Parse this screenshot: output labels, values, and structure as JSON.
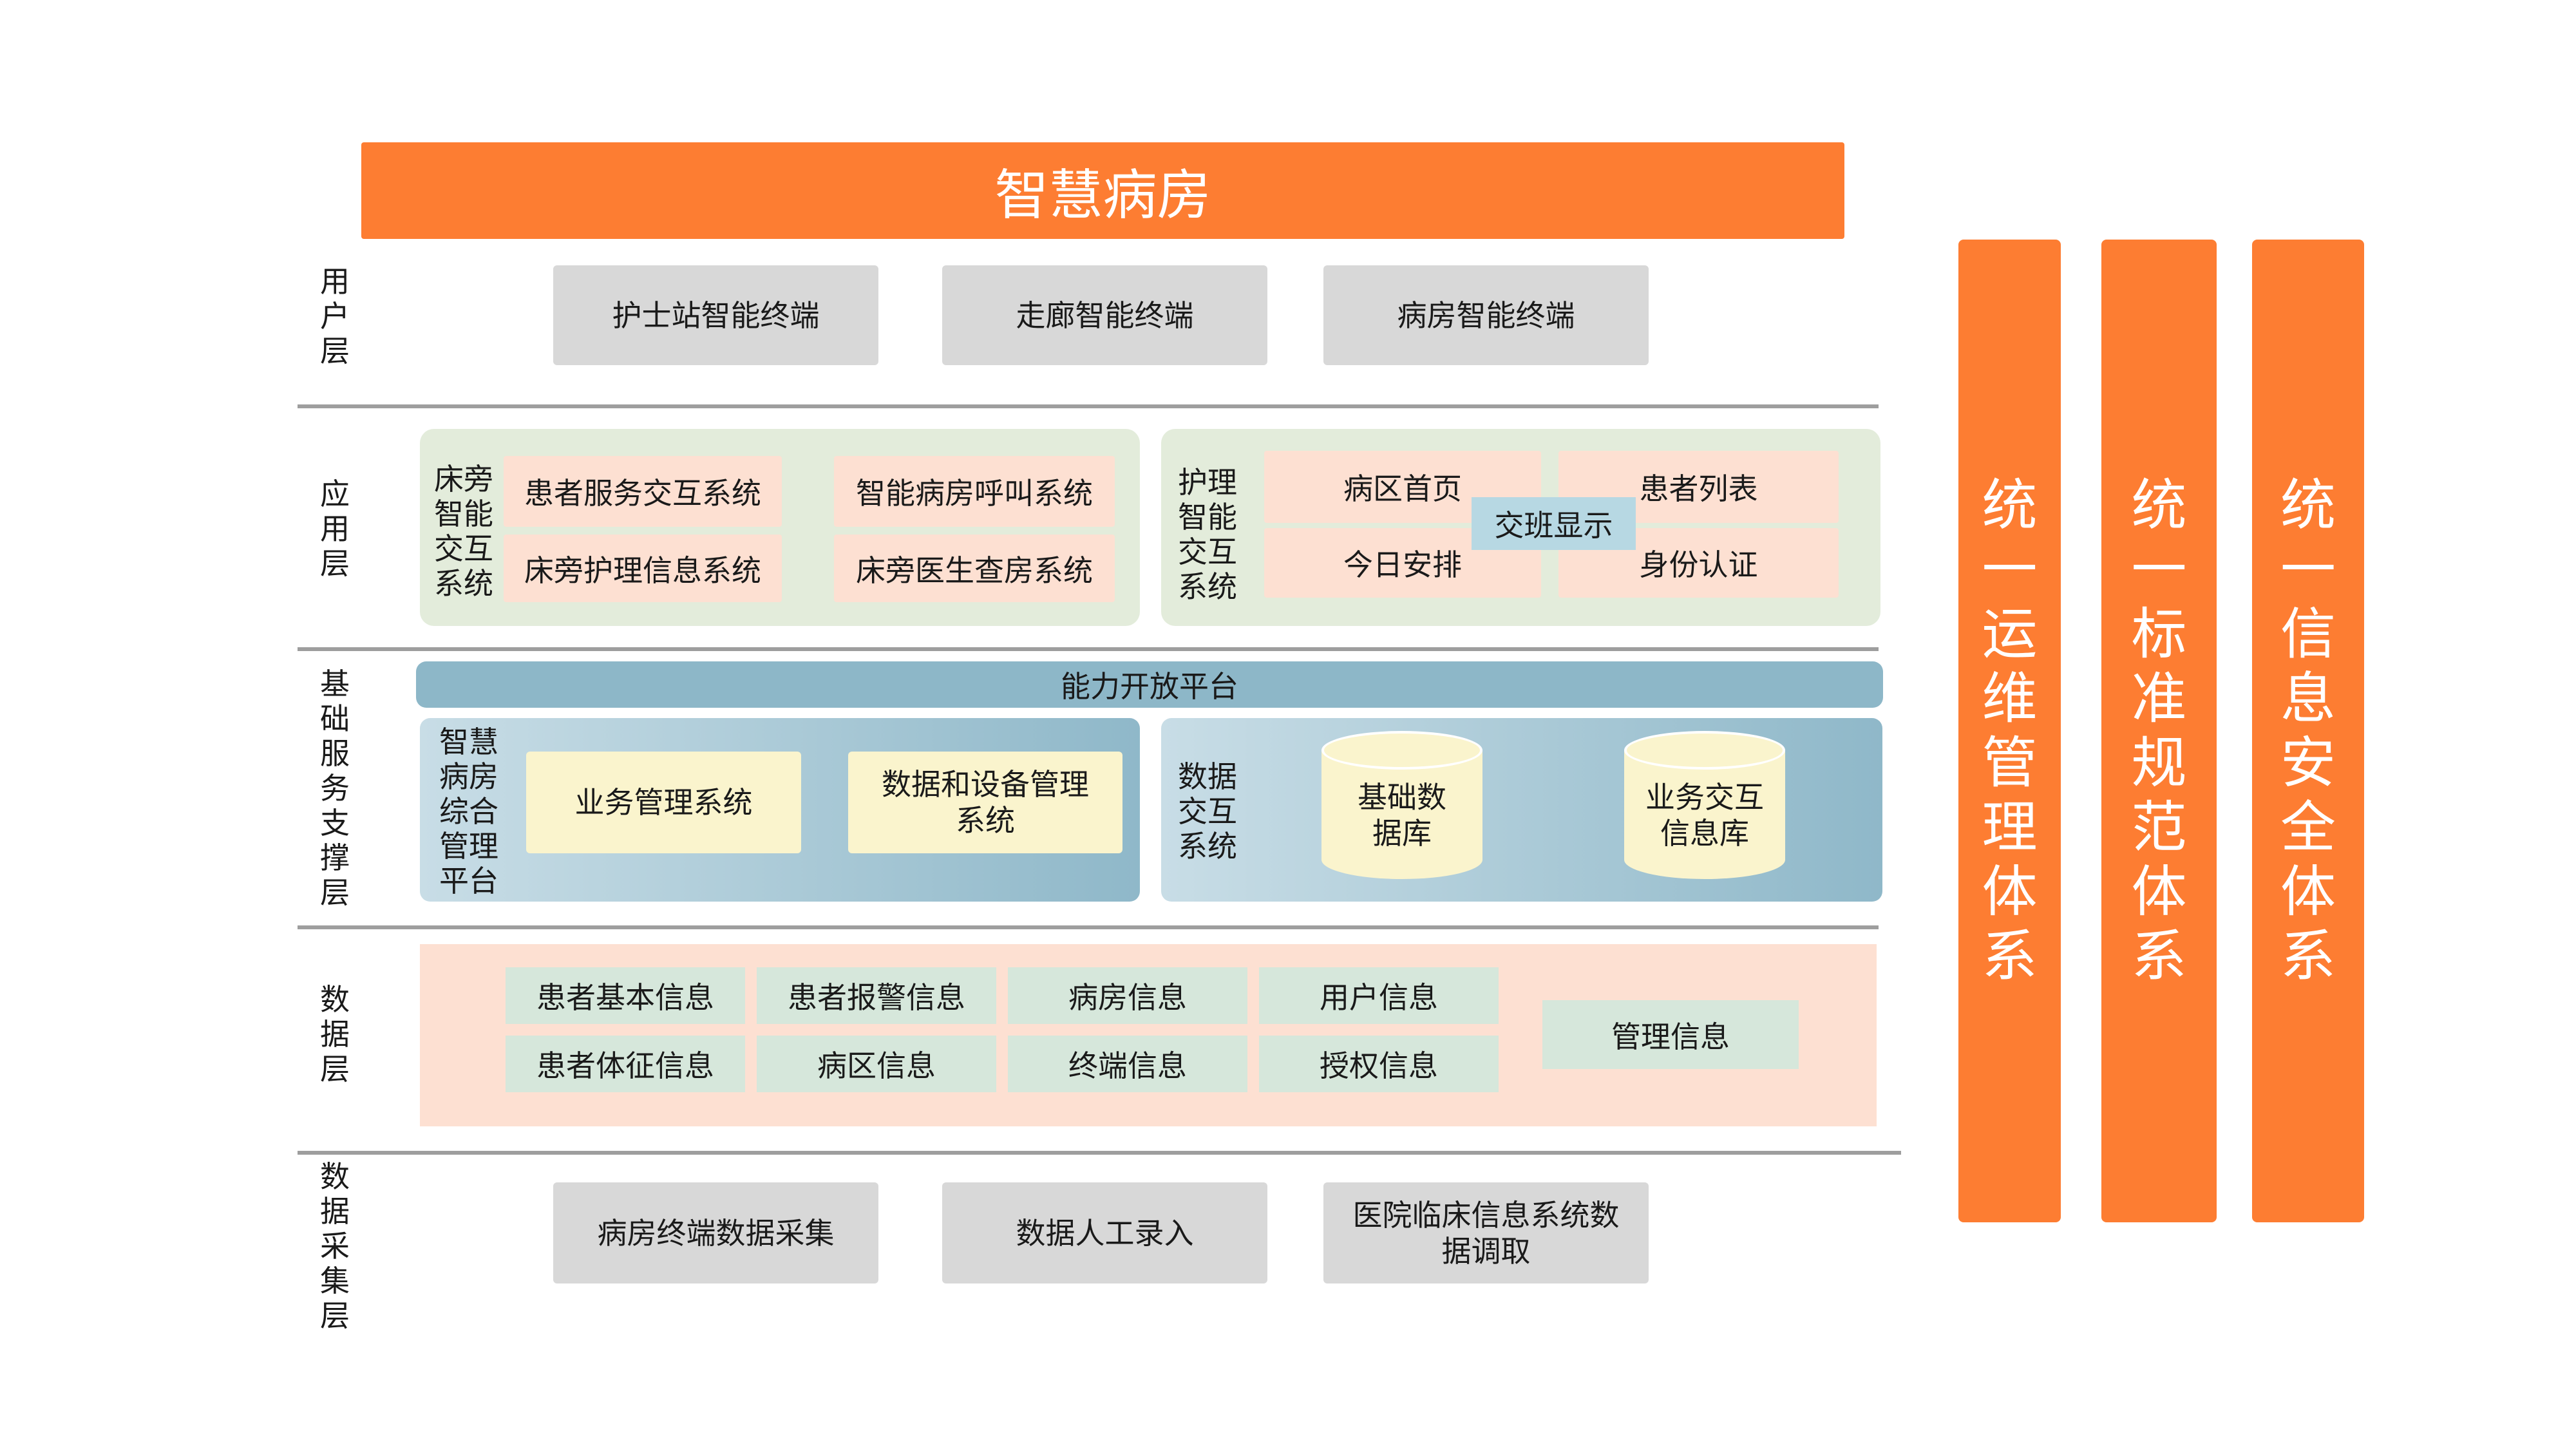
{
  "title": "智慧病房",
  "layers": {
    "user": "用户层",
    "app": "应用层",
    "base": "基础服务支撑层",
    "data": "数据层",
    "collect": "数据采集层"
  },
  "user_layer": {
    "terminals": [
      "护士站智能终端",
      "走廊智能终端",
      "病房智能终端"
    ]
  },
  "app_layer": {
    "bedside": {
      "label": "床旁智能交互系统",
      "items": [
        "患者服务交互系统",
        "智能病房呼叫系统",
        "床旁护理信息系统",
        "床旁医生查房系统"
      ]
    },
    "nursing": {
      "label": "护理智能交互系统",
      "items": [
        "病区首页",
        "患者列表",
        "今日安排",
        "身份认证"
      ],
      "center": "交班显示"
    }
  },
  "base_layer": {
    "platform": "能力开放平台",
    "mgmt": {
      "label": "智慧病房综合管理平台",
      "items": [
        "业务管理系统",
        "数据和设备管理系统"
      ]
    },
    "data_exchange": {
      "label": "数据交互系统",
      "databases": [
        "基础数据库",
        "业务交互信息库"
      ]
    }
  },
  "data_layer": {
    "cells": [
      "患者基本信息",
      "患者报警信息",
      "病房信息",
      "用户信息",
      "患者体征信息",
      "病区信息",
      "终端信息",
      "授权信息"
    ],
    "mgmt_info": "管理信息"
  },
  "collect_layer": {
    "items": [
      "病房终端数据采集",
      "数据人工录入",
      "医院临床信息系统数据调取"
    ]
  },
  "side_columns": [
    "统一运维管理体系",
    "统一标准规范体系",
    "统一信息安全体系"
  ],
  "colors": {
    "orange": "#fd7d32",
    "gray_box": "#d8d8d8",
    "green_panel": "#e3ecdb",
    "peach": "#fde0d2",
    "blue_bar": "#8db7c8",
    "yellow": "#faf4cd",
    "mint": "#d6e7db"
  }
}
